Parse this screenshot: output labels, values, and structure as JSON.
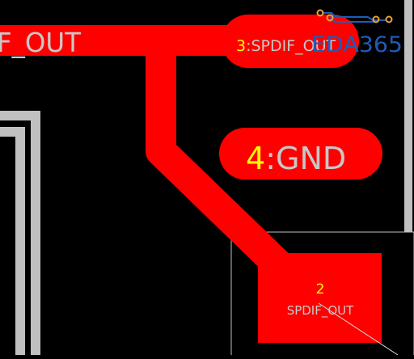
{
  "colors": {
    "background": "#000000",
    "copper": "#ff0000",
    "silkscreen": "#c0c0c0",
    "pin_number": "#ffff00",
    "net_label": "#c8c8c8",
    "watermark_blue": "#1f5bb8",
    "watermark_orange": "#e8a23a"
  },
  "net_label_left": "F_OUT",
  "pads": {
    "pad3": {
      "number": "3",
      "separator": ":",
      "net": "SPDIF_OUT"
    },
    "pad4": {
      "number": "4",
      "separator": ":",
      "net": "GND"
    },
    "pad2": {
      "number": "2",
      "net": "SPDIF_OUT"
    }
  },
  "watermark": {
    "text": "EDA365",
    "icon": "circuit-trace-logo-icon"
  }
}
